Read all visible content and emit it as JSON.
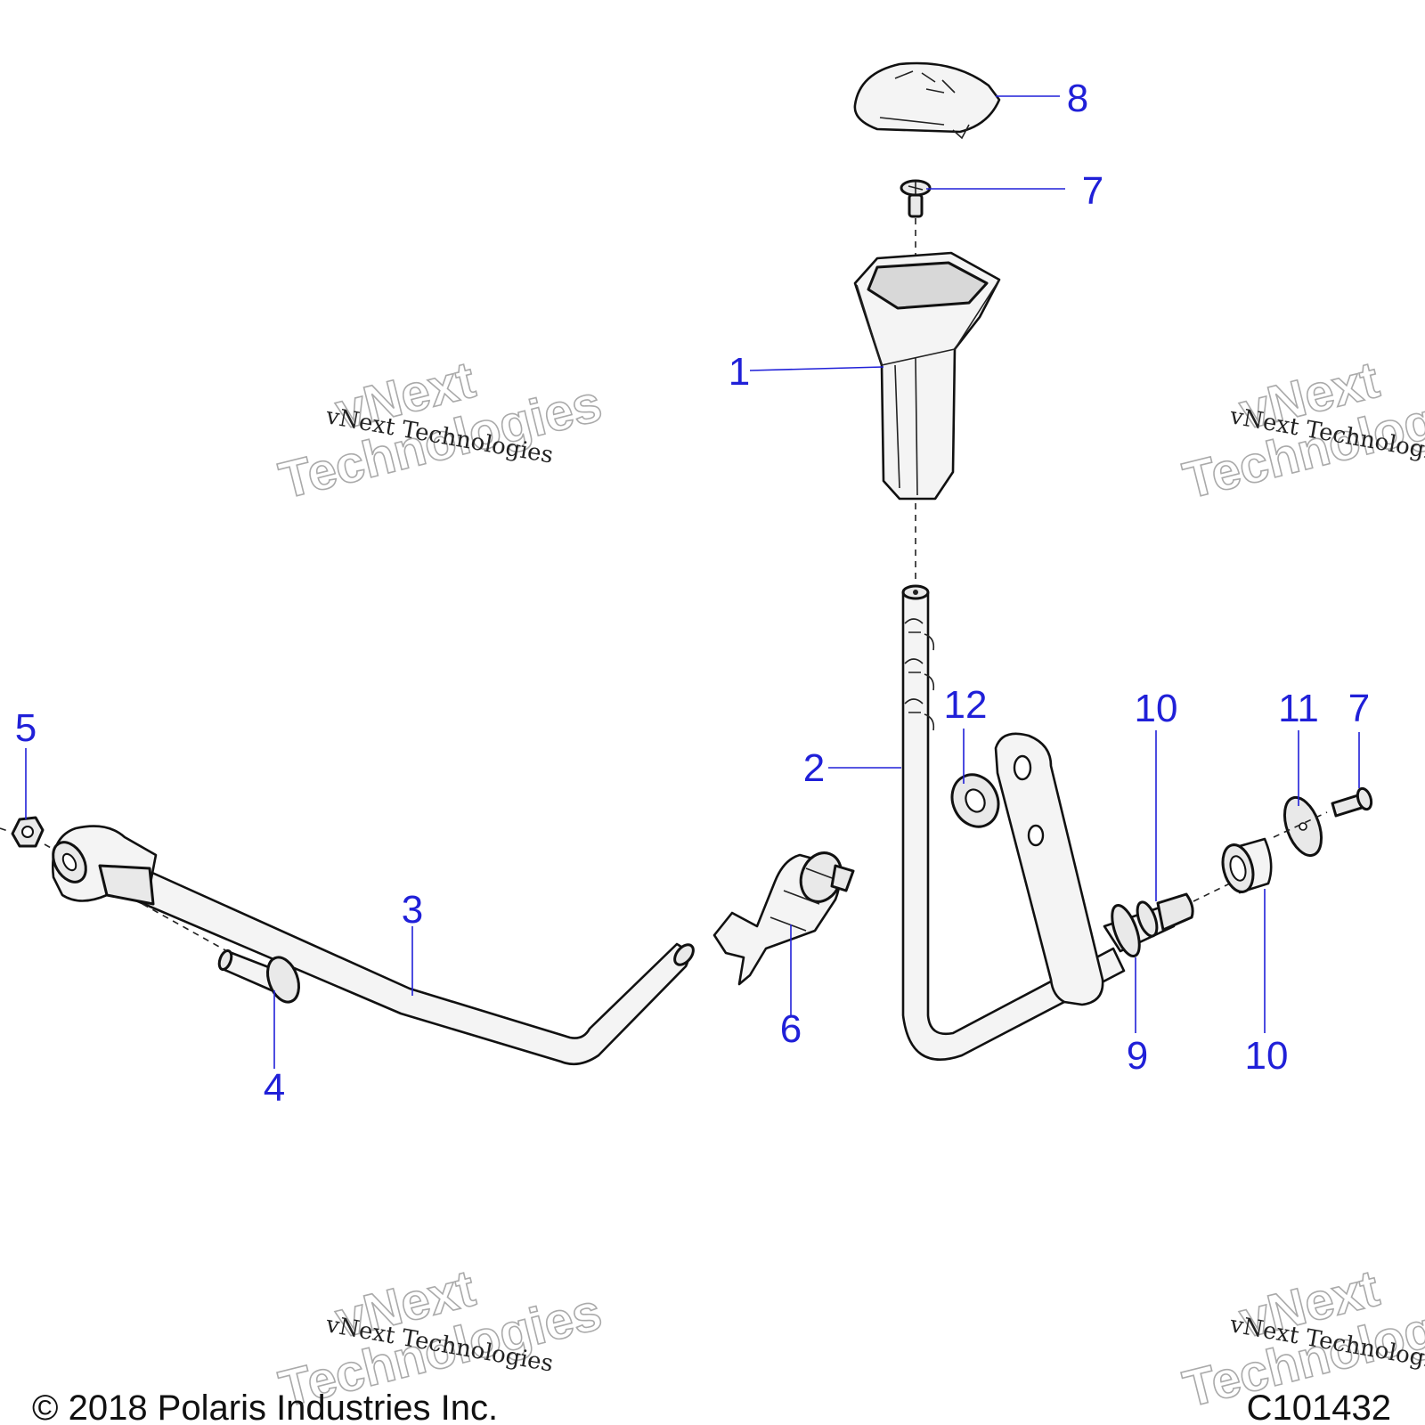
{
  "callouts": {
    "c1": "1",
    "c2": "2",
    "c3": "3",
    "c4": "4",
    "c5": "5",
    "c6": "6",
    "c7a": "7",
    "c7b": "7",
    "c8": "8",
    "c9": "9",
    "c10a": "10",
    "c10b": "10",
    "c11": "11",
    "c12": "12"
  },
  "watermark": {
    "small": "vNext Technologies",
    "large_line1": "vNext",
    "large_line2": "Technologies"
  },
  "footer": {
    "copyright": "© 2018 Polaris Industries Inc.",
    "diagram_id": "C101432"
  },
  "colors": {
    "callout": "#2020d8",
    "line_art": "#111111"
  }
}
